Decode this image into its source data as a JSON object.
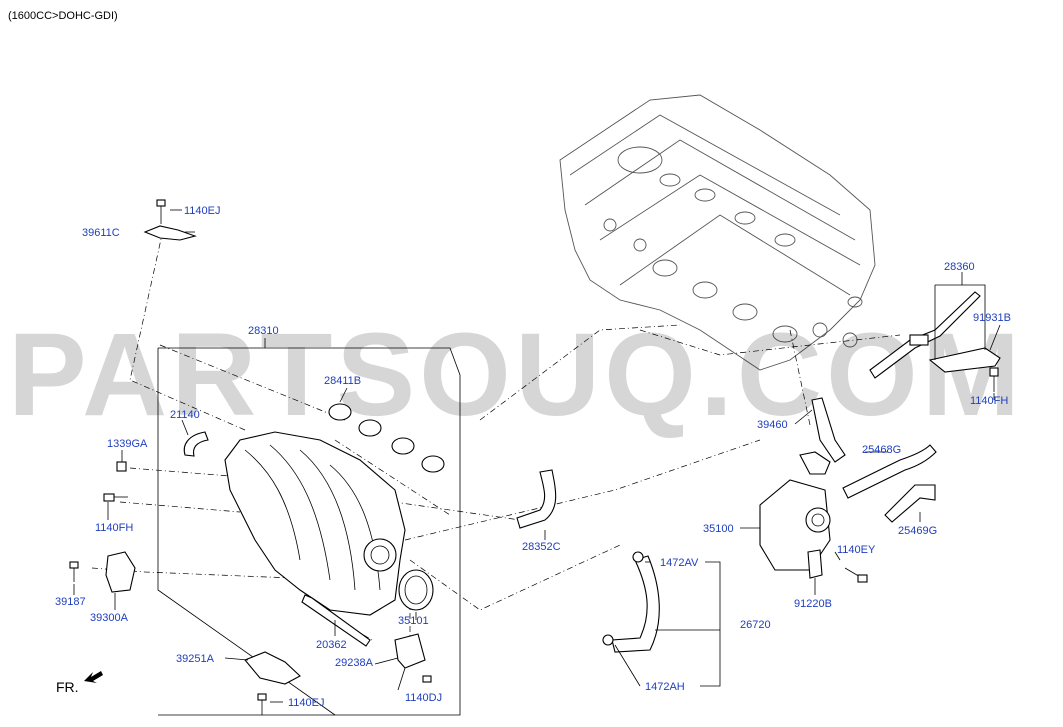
{
  "header": "(1600CC>DOHC-GDI)",
  "watermark": "PARTSOUQ.COM",
  "orientation": "FR.",
  "part_labels": {
    "p1140EJ_top": "1140EJ",
    "p39611C": "39611C",
    "p28310": "28310",
    "p28411B": "28411B",
    "p21140": "21140",
    "p1339GA": "1339GA",
    "p1140FH_left": "1140FH",
    "p39187": "39187",
    "p39300A": "39300A",
    "p20362": "20362",
    "p35101": "35101",
    "p39251A": "39251A",
    "p29238A": "29238A",
    "p1140DJ": "1140DJ",
    "p1140EJ_bottom": "1140EJ",
    "p28352C": "28352C",
    "p1472AV": "1472AV",
    "p26720": "26720",
    "p1472AH": "1472AH",
    "p39460": "39460",
    "p25468G": "25468G",
    "p35100": "35100",
    "p1140EY": "1140EY",
    "p25469G": "25469G",
    "p91220B": "91220B",
    "p28360": "28360",
    "p91931B": "91931B",
    "p1140FH_right": "1140FH"
  }
}
